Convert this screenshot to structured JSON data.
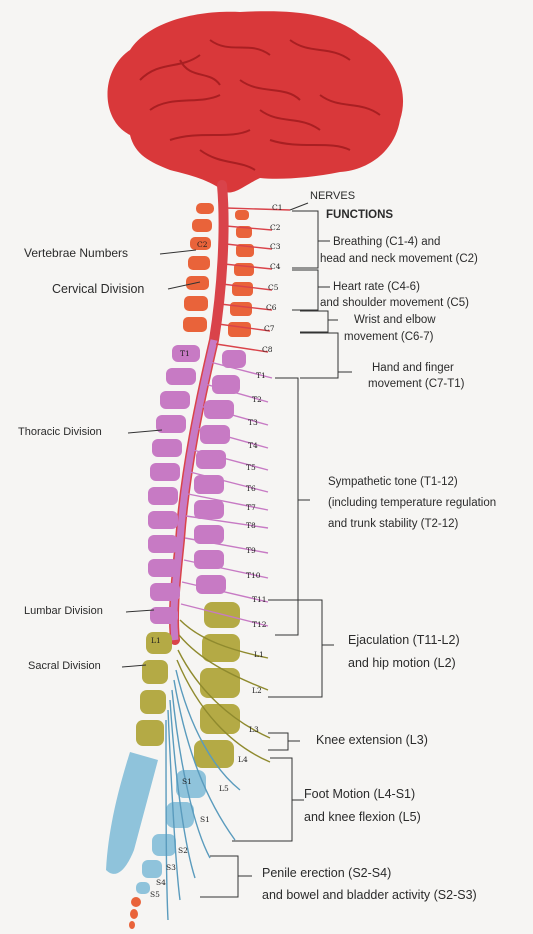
{
  "header": {
    "nerves": "NERVES",
    "functions": "FUNCTIONS"
  },
  "left_labels": {
    "vertebrae_numbers": "Vertebrae Numbers",
    "cervical": "Cervical Division",
    "thoracic": "Thoracic Division",
    "lumbar": "Lumbar Division",
    "sacral": "Sacral Division"
  },
  "vertebra_labels": {
    "c2": "C2",
    "t1": "T1",
    "l1": "L1",
    "s1": "S1"
  },
  "nerve_labels": [
    "C1",
    "C2",
    "C3",
    "C4",
    "C5",
    "C6",
    "C7",
    "C8",
    "T1",
    "T2",
    "T3",
    "T4",
    "T5",
    "T6",
    "T7",
    "T8",
    "T9",
    "T10",
    "T11",
    "T12",
    "L1",
    "L2",
    "L3",
    "L4",
    "L5",
    "S1",
    "S2",
    "S3",
    "S4",
    "S5"
  ],
  "functions": {
    "breathing_1": "Breathing (C1-4) and",
    "breathing_2": "head and neck movement (C2)",
    "heart_1": "Heart rate (C4-6)",
    "heart_2": "and shoulder movement (C5)",
    "wrist_1": "Wrist and elbow",
    "wrist_2": "movement (C6-7)",
    "hand_1": "Hand and finger",
    "hand_2": "movement (C7-T1)",
    "symp_1": "Sympathetic tone (T1-12)",
    "symp_2": "(including temperature regulation",
    "symp_3": "and trunk stability (T2-12)",
    "ejac_1": "Ejaculation (T11-L2)",
    "ejac_2": "and hip motion (L2)",
    "knee": "Knee extension (L3)",
    "foot_1": "Foot Motion (L4-S1)",
    "foot_2": "and knee flexion (L5)",
    "penile_1": "Penile erection (S2-S4)",
    "penile_2": "and bowel and bladder activity (S2-S3)"
  },
  "colors": {
    "brain": "#d9383a",
    "cervical": "#e9633a",
    "thoracic": "#c77ac4",
    "lumbar": "#b4aa45",
    "sacral": "#8fc3db",
    "cord": "#d9434a"
  }
}
